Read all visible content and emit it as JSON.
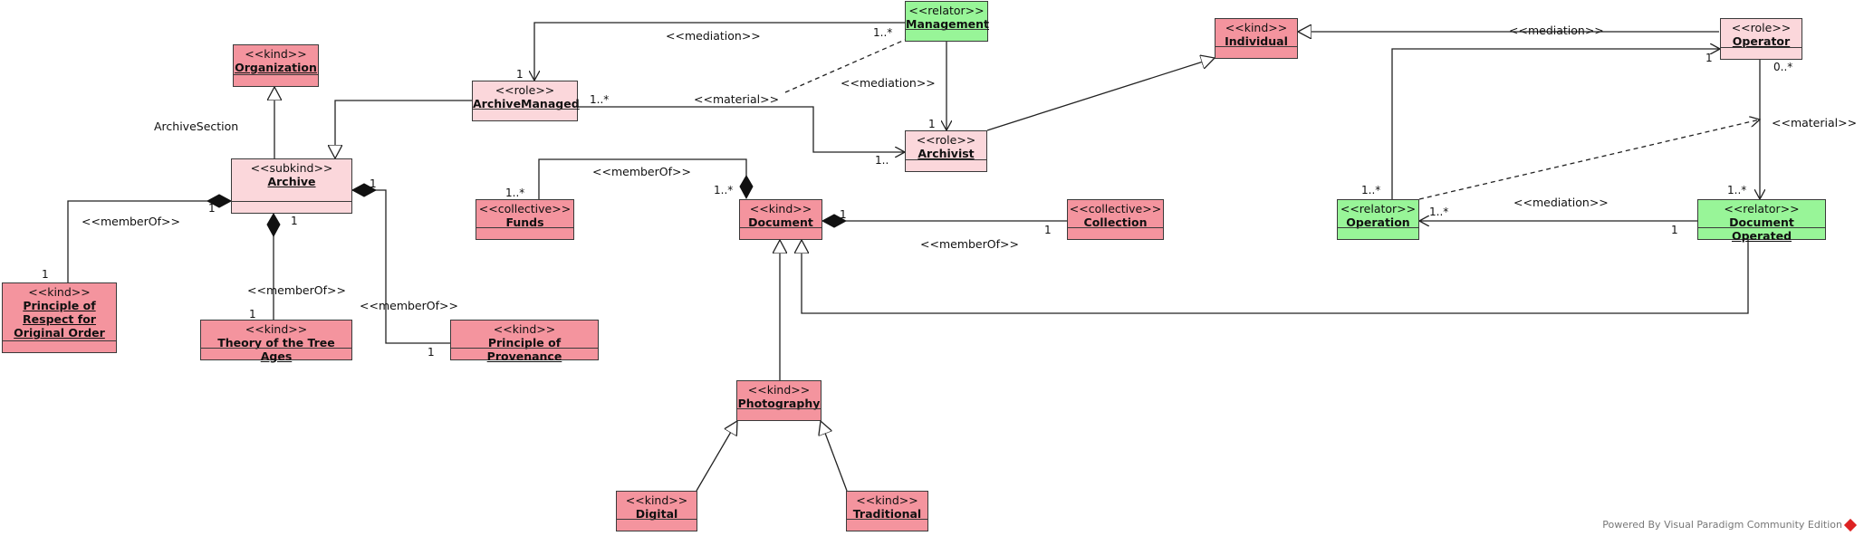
{
  "boxes": {
    "organization": {
      "stereo": "<<kind>>",
      "name": "Organization"
    },
    "archive": {
      "stereo": "<<subkind>>",
      "name": "Archive"
    },
    "archive_managed": {
      "stereo": "<<role>>",
      "name": "ArchiveManaged"
    },
    "management": {
      "stereo": "<<relator>>",
      "name": "Management"
    },
    "individual": {
      "stereo": "<<kind>>",
      "name": "Individual"
    },
    "operator": {
      "stereo": "<<role>>",
      "name": "Operator"
    },
    "archivist": {
      "stereo": "<<role>>",
      "name": "Archivist"
    },
    "funds": {
      "stereo": "<<collective>>",
      "name": "Funds"
    },
    "document": {
      "stereo": "<<kind>>",
      "name": "Document"
    },
    "collection": {
      "stereo": "<<collective>>",
      "name": "Collection"
    },
    "operation": {
      "stereo": "<<relator>>",
      "name": "Operation"
    },
    "document_operated": {
      "stereo": "<<relator>>",
      "name": "Document Operated"
    },
    "principle_respect": {
      "stereo": "<<kind>>",
      "name": "Principle of Respect for Original Order"
    },
    "theory_tree": {
      "stereo": "<<kind>>",
      "name": "Theory of the Tree Ages"
    },
    "principle_provenance": {
      "stereo": "<<kind>>",
      "name": "Principle of Provenance"
    },
    "photography": {
      "stereo": "<<kind>>",
      "name": "Photography"
    },
    "digital": {
      "stereo": "<<kind>>",
      "name": "Digital"
    },
    "traditional": {
      "stereo": "<<kind>>",
      "name": "Traditional"
    }
  },
  "labels": {
    "archive_section": "ArchiveSection",
    "mediation_top": "<<mediation>>",
    "material_mid": "<<material>>",
    "mediation_mgmt": "<<mediation>>",
    "mediation_individual": "<<mediation>>",
    "material_right": "<<material>>",
    "mediation_operation": "<<mediation>>",
    "memberof_funds": "<<memberOf>>",
    "memberof_collection": "<<memberOf>>",
    "memberof_respect": "<<memberOf>>",
    "memberof_tree": "<<memberOf>>",
    "memberof_provenance": "<<memberOf>>"
  },
  "multiplicities": {
    "m1": "1..*",
    "m2": "1",
    "m3": "1..*",
    "m4": "1",
    "m5": "1..",
    "m6": "1",
    "m7": "0..*",
    "m8": "1..*",
    "m9": "1..*",
    "m10": "1..*",
    "m11": "1",
    "m12": "1..*",
    "m13": "1",
    "m14": "1",
    "m15": "1",
    "m16": "1",
    "m17": "1",
    "m18": "1",
    "m19": "1..*",
    "m20": "1..*"
  },
  "footer": "Powered By Visual Paradigm Community Edition",
  "colors": {
    "kind": "#f4949e",
    "role": "#fbd7db",
    "relator": "#98f598",
    "line": "#222222"
  }
}
